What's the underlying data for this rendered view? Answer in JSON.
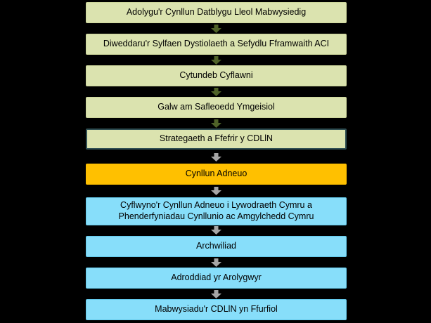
{
  "title": "CDLlN process flowchart",
  "colors": {
    "background": "#000000",
    "green-fill": "#dbe3af",
    "green-edge": "#cdd69b",
    "highlight-border": "#2e4d52",
    "orange-fill": "#ffc000",
    "blue-fill": "#87defa",
    "blue-edge": "#63c8ea",
    "arrow-olive": "#4f6228",
    "arrow-gray": "#a6a6a6",
    "text": "#000000"
  },
  "flowchart": {
    "steps": [
      {
        "label": "Adolygu'r Cynllun Datblygu Lleol Mabwysiedig",
        "type": "green"
      },
      {
        "label": "Diweddaru'r Sylfaen Dystiolaeth a Sefydlu Fframwaith ACI",
        "type": "green"
      },
      {
        "label": "Cytundeb Cyflawni",
        "type": "green"
      },
      {
        "label": "Galw am Safleoedd Ymgeisiol",
        "type": "green"
      },
      {
        "label": "Strategaeth a Ffefrir y CDLlN",
        "type": "green-highlight"
      },
      {
        "label": "Cynllun Adneuo",
        "type": "orange"
      },
      {
        "label": "Cyflwyno'r Cynllun Adneuo i Lywodraeth Cymru a Phenderfyniadau Cynllunio ac Amgylchedd Cymru",
        "type": "blue"
      },
      {
        "label": "Archwiliad",
        "type": "blue"
      },
      {
        "label": "Adroddiad yr Arolygwyr",
        "type": "blue"
      },
      {
        "label": "Mabwysiadu'r CDLlN yn Ffurfiol",
        "type": "blue"
      }
    ],
    "arrows": [
      {
        "between": "1-2",
        "color": "olive"
      },
      {
        "between": "2-3",
        "color": "olive"
      },
      {
        "between": "3-4",
        "color": "olive"
      },
      {
        "between": "4-5",
        "color": "olive"
      },
      {
        "between": "5-6",
        "color": "gray"
      },
      {
        "between": "6-7",
        "color": "gray"
      },
      {
        "between": "7-8",
        "color": "gray"
      },
      {
        "between": "8-9",
        "color": "gray"
      },
      {
        "between": "9-10",
        "color": "gray"
      }
    ]
  }
}
